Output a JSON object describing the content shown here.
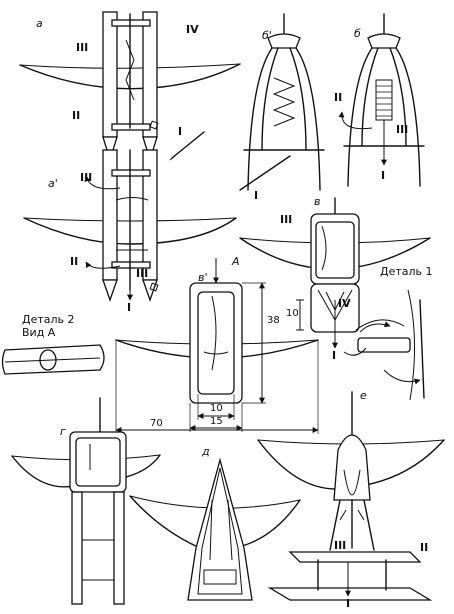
{
  "figure": {
    "labels": {
      "a": "а",
      "a_prime": "а'",
      "b": "б",
      "b_prime": "б'",
      "v": "в",
      "v_prime": "в'",
      "g": "г",
      "d": "д",
      "e": "е",
      "A": "А",
      "I": "I",
      "II": "II",
      "III": "III",
      "IV": "IV"
    },
    "detail1": "Деталь 1",
    "detail2_line1": "Деталь 2",
    "detail2_line2": "Вид А",
    "dimensions": {
      "d38": "38",
      "d10_side": "10",
      "d10_bottom": "10",
      "d15": "15",
      "d70": "70"
    }
  }
}
